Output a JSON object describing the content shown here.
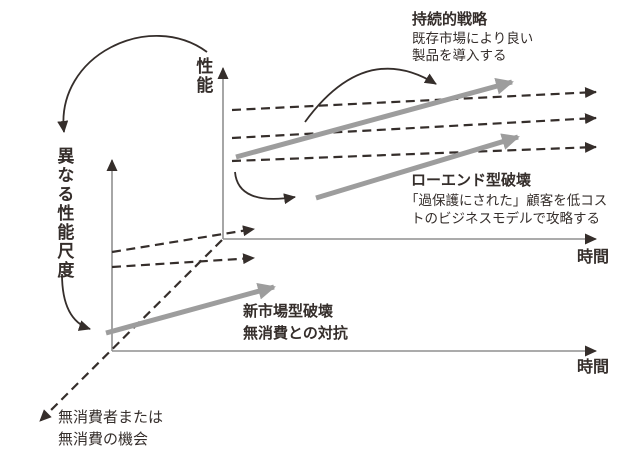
{
  "colors": {
    "background": "#ffffff",
    "ink": "#352e2b",
    "axis_gray": "#8f8f8f",
    "arrow_gray": "#9d9d9d"
  },
  "axes": {
    "performance_label": "性能",
    "time_label_upper": "時間",
    "time_label_lower": "時間",
    "different_metric_label": "異なる性能尺度"
  },
  "annotations": {
    "sustaining": {
      "title": "持続的戦略",
      "desc_line1": "既存市場により良い",
      "desc_line2": "製品を導入する"
    },
    "low_end": {
      "title": "ローエンド型破壊",
      "desc_line1": "「過保護にされた」顧客を低コス",
      "desc_line2": "トのビジネスモデルで攻略する"
    },
    "new_market": {
      "title_line1": "新市場型破壊",
      "title_line2": "無消費との対抗"
    },
    "non_consumption": {
      "line1": "無消費者または",
      "line2": "無消費の機会"
    }
  }
}
